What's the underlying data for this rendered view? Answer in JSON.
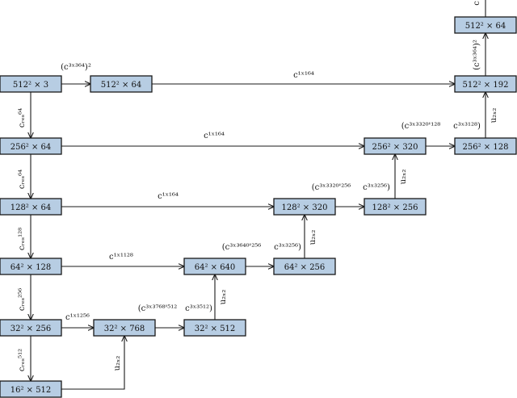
{
  "nodes": {
    "n_512_3": {
      "label": "512² × 3"
    },
    "n_512_64a": {
      "label": "512² × 64"
    },
    "n_512_192": {
      "label": "512² × 192"
    },
    "n_512_64b": {
      "label": "512² × 64"
    },
    "n_256_64": {
      "label": "256² × 64"
    },
    "n_256_320": {
      "label": "256² × 320"
    },
    "n_256_128": {
      "label": "256² × 128"
    },
    "n_128_64": {
      "label": "128² × 64"
    },
    "n_128_320": {
      "label": "128² × 320"
    },
    "n_128_256": {
      "label": "128² × 256"
    },
    "n_64_128": {
      "label": "64² × 128"
    },
    "n_64_640": {
      "label": "64² × 640"
    },
    "n_64_256": {
      "label": "64² × 256"
    },
    "n_32_256": {
      "label": "32² × 256"
    },
    "n_32_768": {
      "label": "32² × 768"
    },
    "n_32_512": {
      "label": "32² × 512"
    },
    "n_16_512": {
      "label": "16² × 512"
    }
  },
  "edge_labels": {
    "conv_in_64": "(c³ˣ³⁶⁴)²",
    "skip_512": "c¹ˣ¹⁶⁴",
    "skip_256": "c¹ˣ¹⁶⁴",
    "skip_128": "c¹ˣ¹⁶⁴",
    "skip_64": "c¹ˣ¹¹²⁸",
    "skip_32": "c¹ˣ¹²⁵⁶",
    "res_64a": "cᵣₑₛ⁶⁴",
    "res_64b": "cᵣₑₛ⁶⁴",
    "res_128": "cᵣₑₛ¹²⁸",
    "res_256": "cᵣₑₛ²⁵⁶",
    "res_512": "cᵣₑₛ⁵¹²",
    "conv_768_512": "(c³ˣ³⁷⁶⁸'⁵¹²",
    "conv_512": "c³ˣ³⁵¹²)",
    "conv_640_256": "(c³ˣ³⁶⁴⁰'²⁵⁶",
    "conv_256a": "c³ˣ³²⁵⁶)",
    "conv_320_256": "(c³ˣ³³²⁰'²⁵⁶",
    "conv_256b": "c³ˣ³²⁵⁶)",
    "conv_320_128": "(c³ˣ³³²⁰'¹²⁸",
    "conv_128": "c³ˣ³¹²⁸)",
    "conv_out_64": "(c³ˣ³⁶⁴)²",
    "up_1": "u₂ₓ₂",
    "up_2": "u₂ₓ₂",
    "up_3": "u₂ₓ₂",
    "up_4": "u₂ₓ₂",
    "up_5": "u₂ₓ₂",
    "top_cut": "c"
  }
}
